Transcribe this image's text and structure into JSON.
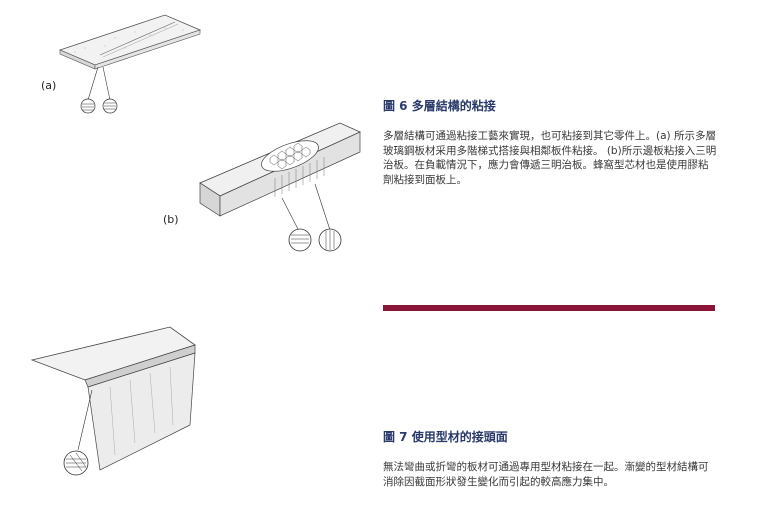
{
  "figure6": {
    "label_a": "(a)",
    "label_b": "(b)",
    "caption": "圖 6  多層結構的粘接",
    "body": "多層結構可通過粘接工藝來實現，也可粘接到其它零件上。(a) 所示多層玻璃鋼板材采用多階梯式搭接與相鄰板件粘接。 (b)所示邊板粘接入三明治板。在負載情況下，應力會傳遞三明治板。蜂窩型芯材也是使用膠粘劑粘接到面板上。"
  },
  "figure7": {
    "caption": "圖 7  使用型材的接頭面",
    "body": "無法彎曲或折彎的板材可通過專用型材粘接在一起。漸變的型材結構可消除因截面形狀發生變化而引起的較高應力集中。"
  },
  "colors": {
    "rule": "#8b1538",
    "caption": "#2a3a6a"
  },
  "icons": [
    "stepped-lap-joint-illustration",
    "sandwich-panel-illustration",
    "profile-joint-illustration",
    "detail-magnifier-icon"
  ]
}
